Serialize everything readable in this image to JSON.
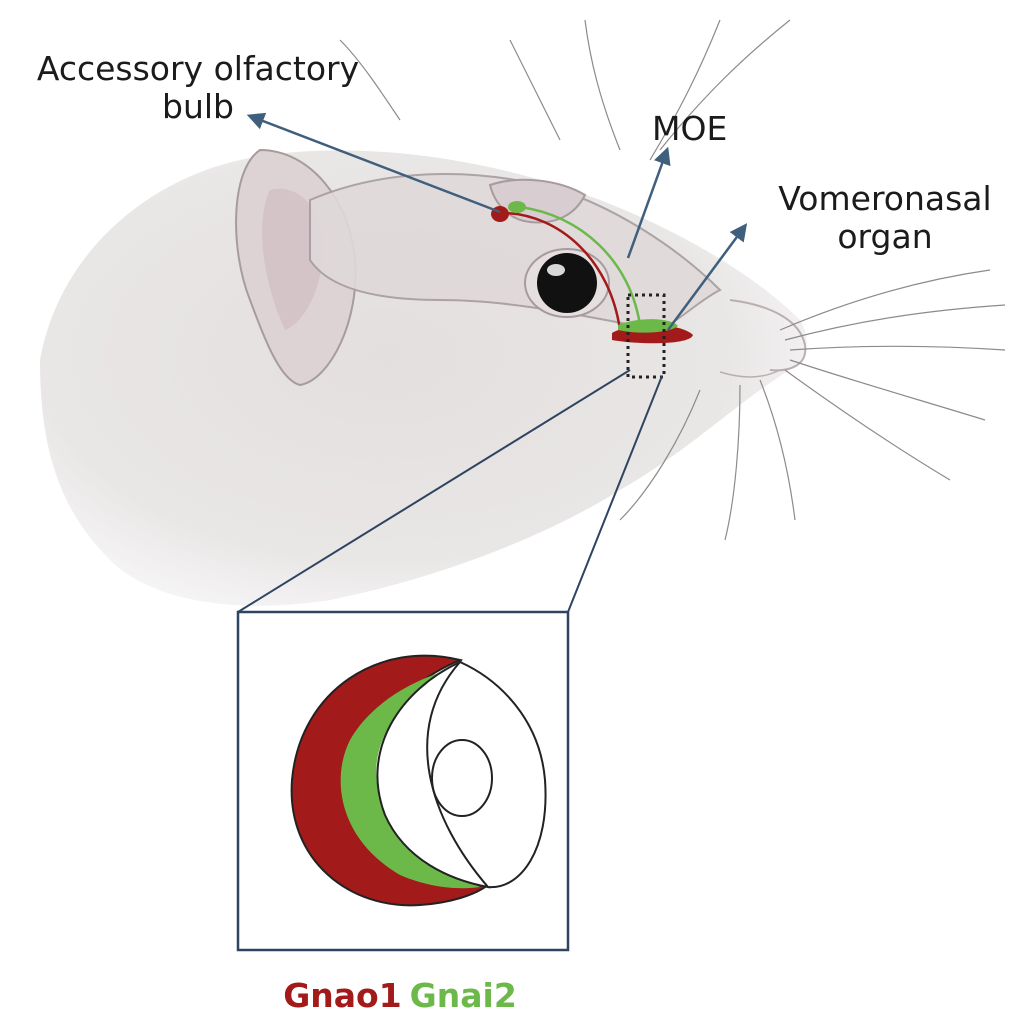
{
  "labels": {
    "accessory_olfactory_bulb": "Accessory olfactory\nbulb",
    "moe": "MOE",
    "vomeronasal_organ": "Vomeronasal\norgan"
  },
  "legend": [
    {
      "text": "Gnao1",
      "color": "#a31a1a"
    },
    {
      "text": "Gnai2",
      "color": "#6cb94a"
    }
  ],
  "colors": {
    "arrow": "#3f5f7c",
    "gnao1": "#a31a1a",
    "gnai2": "#6cb94a",
    "fur": "#e6e1e1",
    "inset_border": "#2e4460"
  }
}
